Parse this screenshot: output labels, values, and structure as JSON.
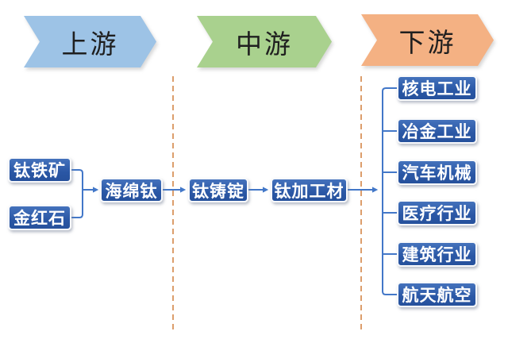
{
  "stages": [
    {
      "label": "上游",
      "fill": "#9dc3e6"
    },
    {
      "label": "中游",
      "fill": "#a9d18e"
    },
    {
      "label": "下游",
      "fill": "#f4b183"
    }
  ],
  "upstream": {
    "sources": [
      "钛铁矿",
      "金红石"
    ],
    "product": "海绵钛"
  },
  "midstream": {
    "nodes": [
      "钛铸锭",
      "钛加工材"
    ]
  },
  "downstream": {
    "industries": [
      "核电工业",
      "冶金工业",
      "汽车机械",
      "医疗行业",
      "建筑行业",
      "航天航空"
    ]
  },
  "colors": {
    "node_fill": "#2a57a5",
    "node_text": "#ffffff",
    "connector": "#4277c8",
    "divider_dash": "#dc9e6c",
    "stage_text": "#1f1f1f"
  }
}
